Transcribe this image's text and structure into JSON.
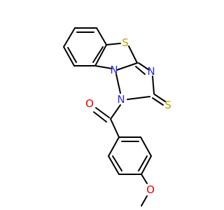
{
  "atoms": {
    "S1": {
      "symbol": "S",
      "color": "#b5a600"
    },
    "N1": {
      "symbol": "N",
      "color": "#2a2ae6"
    },
    "N2": {
      "symbol": "N",
      "color": "#2a2ae6"
    },
    "N3": {
      "symbol": "N",
      "color": "#2a2ae6"
    },
    "S2": {
      "symbol": "S",
      "color": "#b5a600"
    },
    "O1": {
      "symbol": "O",
      "color": "#e60000"
    },
    "O2": {
      "symbol": "O",
      "color": "#e60000"
    }
  },
  "colors": {
    "bond": "#000000",
    "background": "#ffffff"
  }
}
